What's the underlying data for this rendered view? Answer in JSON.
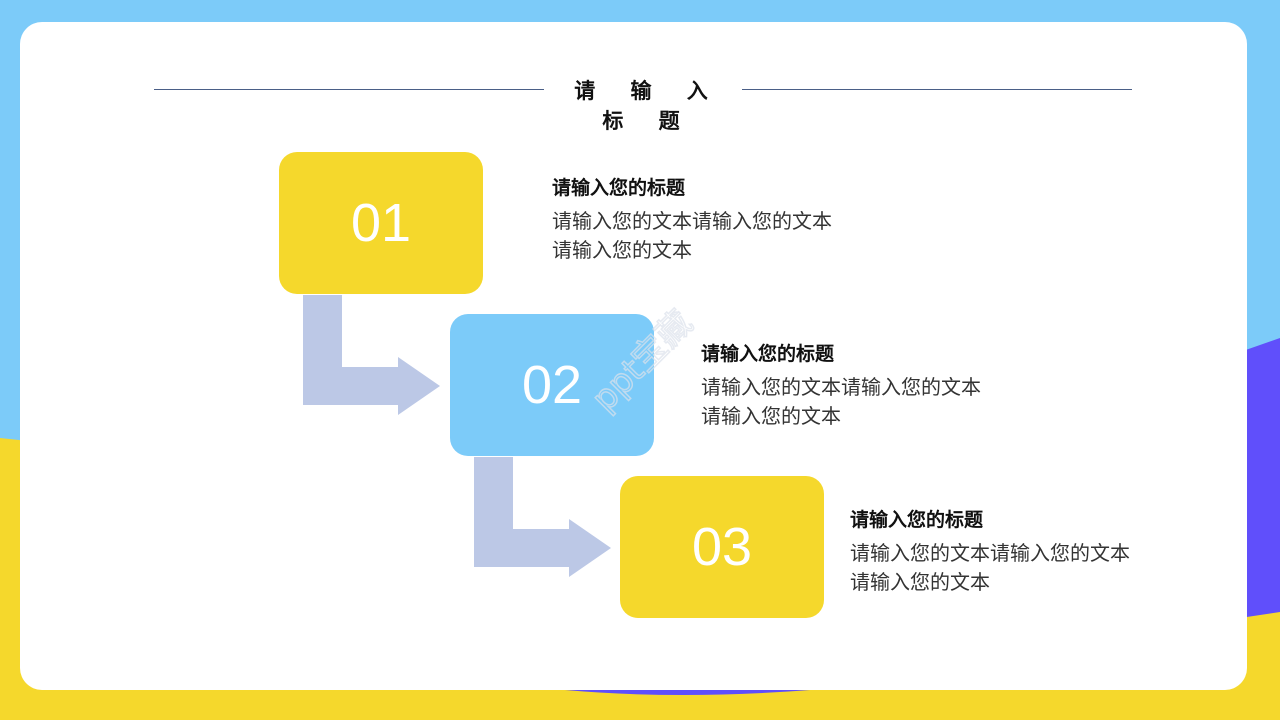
{
  "slide": {
    "title": "请 输 入 标 题",
    "colors": {
      "background_blue": "#7ccbf9",
      "background_yellow": "#f5d82c",
      "background_purple": "#604ffb",
      "card": "#ffffff",
      "arrow": "#bcc8e6",
      "title_line": "#4a5f87"
    },
    "steps": [
      {
        "number": "01",
        "box_color": "#f5d82c",
        "heading": "请输入您的标题",
        "body_line1": "请输入您的文本请输入您的文本",
        "body_line2": "请输入您的文本"
      },
      {
        "number": "02",
        "box_color": "#7ccbf9",
        "heading": "请输入您的标题",
        "body_line1": "请输入您的文本请输入您的文本",
        "body_line2": "请输入您的文本"
      },
      {
        "number": "03",
        "box_color": "#f5d82c",
        "heading": "请输入您的标题",
        "body_line1": "请输入您的文本请输入您的文本",
        "body_line2": "请输入您的文本"
      }
    ],
    "watermark": "ppt宝藏"
  }
}
